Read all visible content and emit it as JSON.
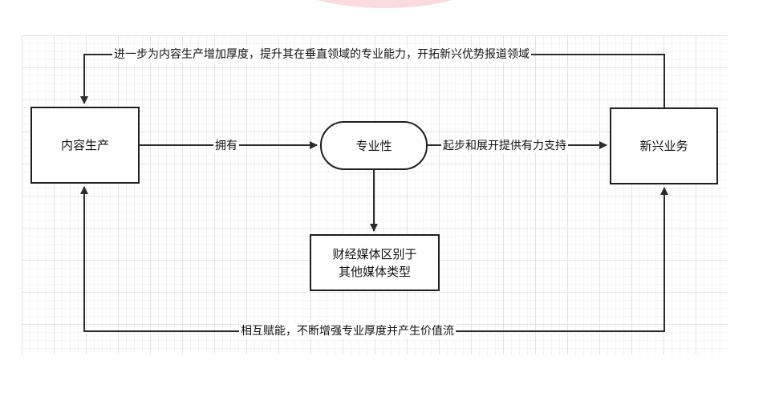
{
  "diagram": {
    "nodes": {
      "content_production": "内容生产",
      "professionalism": "专业性",
      "emerging_business": "新兴业务",
      "distinction_line1": "财经媒体区别于",
      "distinction_line2": "其他媒体类型"
    },
    "edges": {
      "top_loop": "进一步为内容生产增加厚度，提升其在垂直领域的专业能力，开拓新兴优势报道领域",
      "has": "拥有",
      "start_support": "起步和展开提供有力支持",
      "bottom_loop": "相互赋能，不断增强专业厚度并产生价值流"
    }
  },
  "colors": {
    "line": "#2b2b2b",
    "grid_major": "#e4e4e4",
    "grid_minor": "#f3f3f3",
    "accent_arc": "#fbdcdc"
  }
}
